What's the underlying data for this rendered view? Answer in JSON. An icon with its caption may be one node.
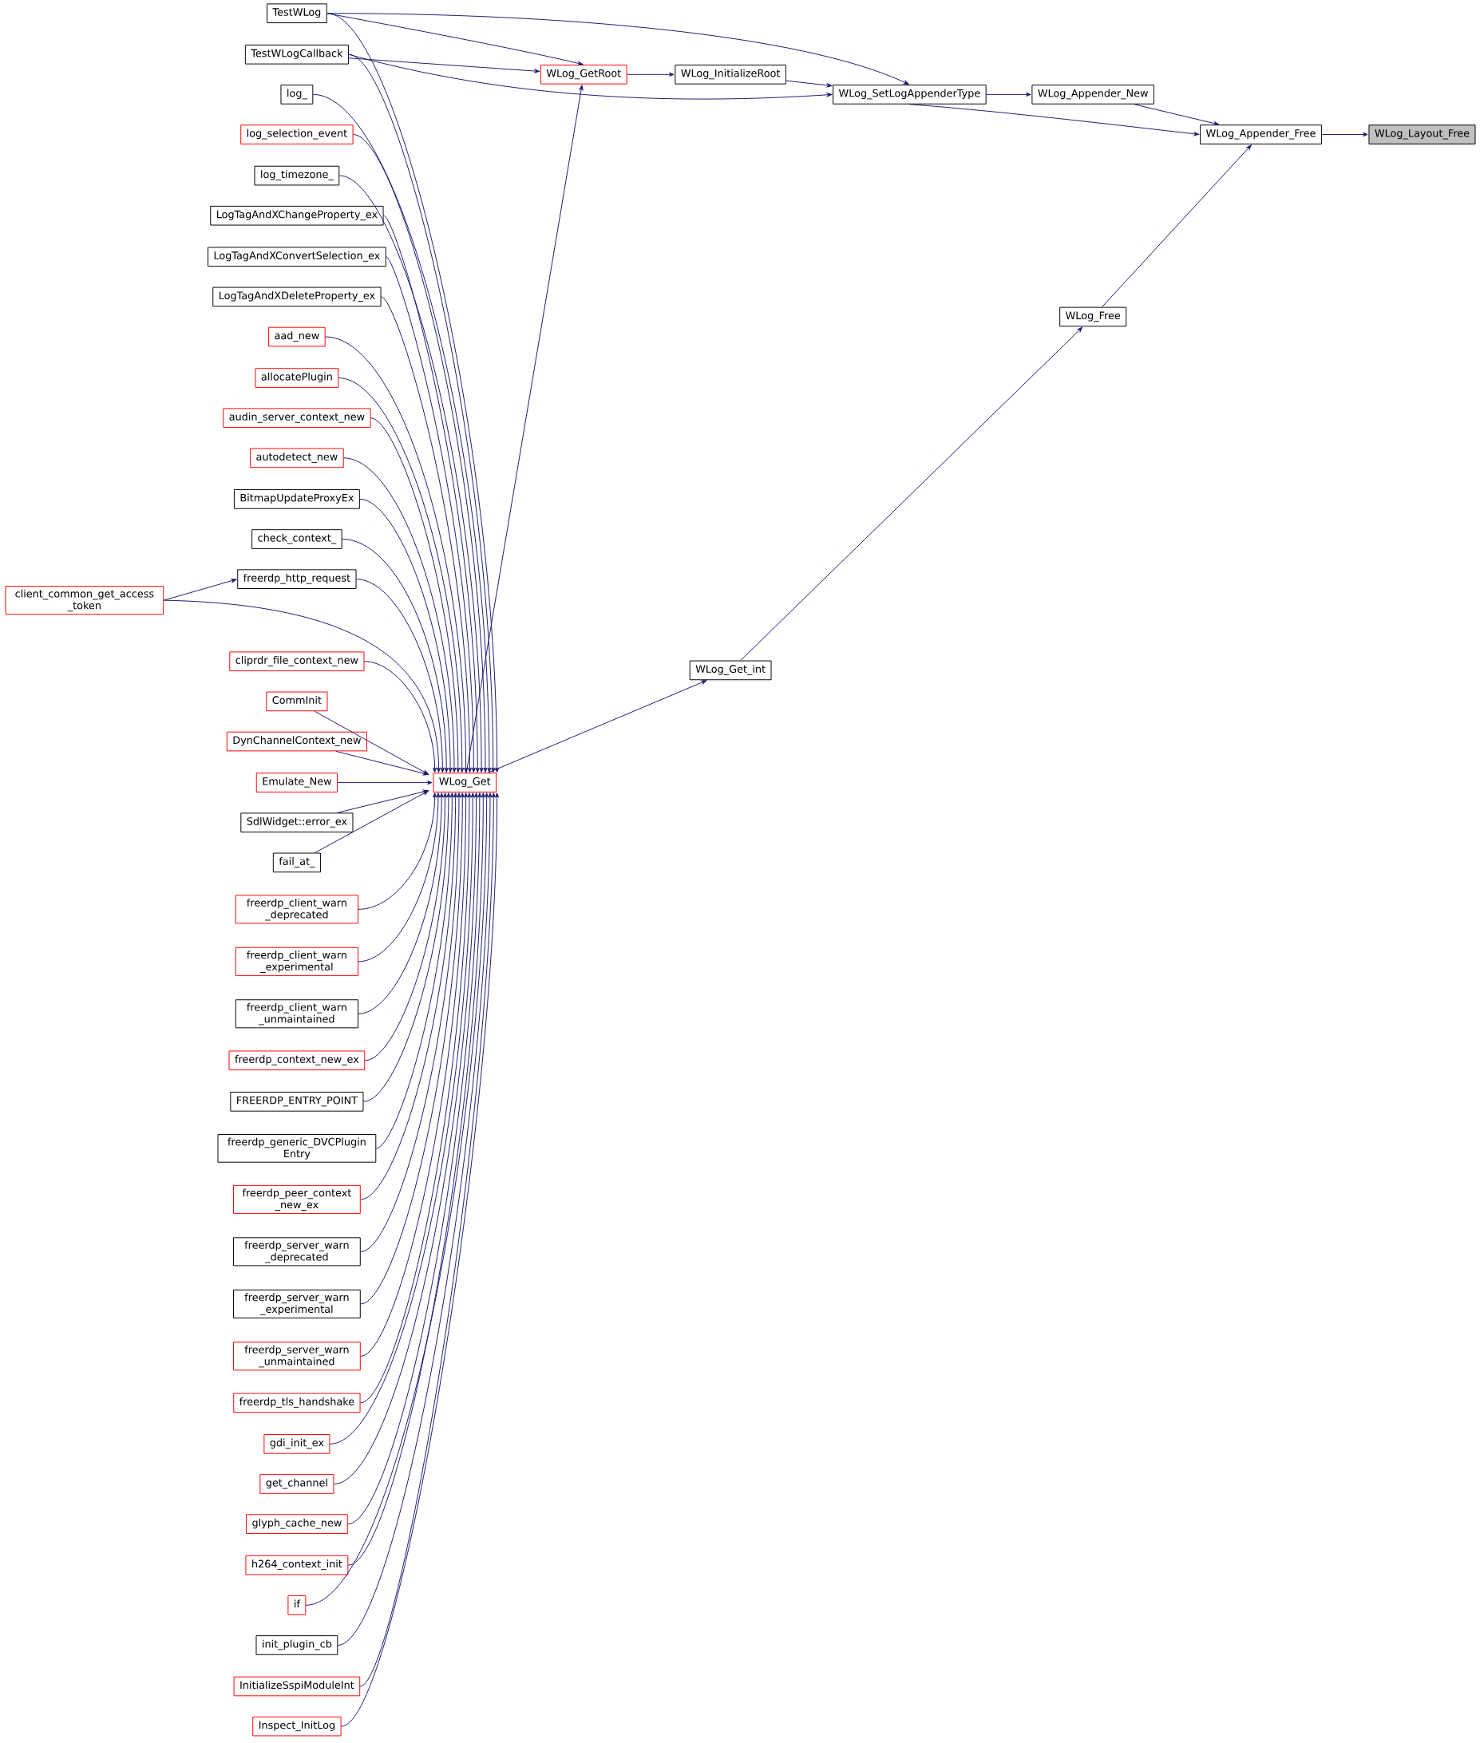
{
  "diagram": {
    "nodes": [
      {
        "text": [
          "TestWLog"
        ]
      },
      {
        "text": [
          "TestWLogCallback"
        ]
      },
      {
        "text": [
          "log_"
        ]
      },
      {
        "text": [
          "log_selection_event"
        ]
      },
      {
        "text": [
          "log_timezone_"
        ]
      },
      {
        "text": [
          "LogTagAndXChangeProperty_ex"
        ]
      },
      {
        "text": [
          "LogTagAndXConvertSelection_ex"
        ]
      },
      {
        "text": [
          "LogTagAndXDeleteProperty_ex"
        ]
      },
      {
        "text": [
          "aad_new"
        ]
      },
      {
        "text": [
          "allocatePlugin"
        ]
      },
      {
        "text": [
          "audin_server_context_new"
        ]
      },
      {
        "text": [
          "autodetect_new"
        ]
      },
      {
        "text": [
          "BitmapUpdateProxyEx"
        ]
      },
      {
        "text": [
          "check_context_"
        ]
      },
      {
        "text": [
          "freerdp_http_request"
        ]
      },
      {
        "text": [
          "client_common_get_access _token"
        ]
      },
      {
        "text": [
          "cliprdr_file_context_new"
        ]
      },
      {
        "text": [
          "CommInit"
        ]
      },
      {
        "text": [
          "DynChannelContext_new"
        ]
      },
      {
        "text": [
          "Emulate_New"
        ]
      },
      {
        "text": [
          "SdlWidget::error_ex"
        ]
      },
      {
        "text": [
          "fail_at_"
        ]
      },
      {
        "text": [
          "freerdp_client_warn _deprecated"
        ]
      },
      {
        "text": [
          "freerdp_client_warn _experimental"
        ]
      },
      {
        "text": [
          "freerdp_client_warn _unmaintained"
        ]
      },
      {
        "text": [
          "freerdp_context_new_ex"
        ]
      },
      {
        "text": [
          "FREERDP_ENTRY_POINT"
        ]
      },
      {
        "text": [
          "freerdp_generic_DVCPlugin Entry"
        ]
      },
      {
        "text": [
          "freerdp_peer_context _new_ex"
        ]
      },
      {
        "text": [
          "freerdp_server_warn _deprecated"
        ]
      },
      {
        "text": [
          "freerdp_server_warn _experimental"
        ]
      },
      {
        "text": [
          "freerdp_server_warn _unmaintained"
        ]
      },
      {
        "text": [
          "freerdp_tls_handshake"
        ]
      },
      {
        "text": [
          "gdi_init_ex"
        ]
      },
      {
        "text": [
          "get_channel"
        ]
      },
      {
        "text": [
          "glyph_cache_new"
        ]
      },
      {
        "text": [
          "h264_context_init"
        ]
      },
      {
        "text": [
          "if"
        ]
      },
      {
        "text": [
          "init_plugin_cb"
        ]
      },
      {
        "text": [
          "InitializeSspiModuleInt"
        ]
      },
      {
        "text": [
          "Inspect_InitLog"
        ]
      },
      {
        "text": [
          "WLog_Get"
        ]
      },
      {
        "text": [
          "WLog_GetRoot"
        ]
      },
      {
        "text": [
          "WLog_InitializeRoot"
        ]
      },
      {
        "text": [
          "WLog_SetLogAppenderType"
        ]
      },
      {
        "text": [
          "WLog_Appender_New"
        ]
      },
      {
        "text": [
          "WLog_Appender_Free"
        ]
      },
      {
        "text": [
          "WLog_Layout_Free"
        ]
      },
      {
        "text": [
          "WLog_Free"
        ]
      },
      {
        "text": [
          "WLog_Get_int"
        ]
      }
    ],
    "edges": [
      {
        "from": 46,
        "to": 47,
        "arrow": "to"
      },
      {
        "from": 45,
        "to": 46,
        "arrow": "to"
      },
      {
        "from": 44,
        "to": 46,
        "arrow": "to"
      },
      {
        "from": 48,
        "to": 46,
        "arrow": "to"
      },
      {
        "from": 44,
        "to": 45,
        "arrow": "to"
      },
      {
        "from": 43,
        "to": 44,
        "arrow": "to"
      },
      {
        "from": 0,
        "to": 44,
        "arrow": "to"
      },
      {
        "from": 1,
        "to": 44,
        "arrow": "to"
      },
      {
        "from": 42,
        "to": 43,
        "arrow": "to"
      },
      {
        "from": 0,
        "to": 42,
        "arrow": "to"
      },
      {
        "from": 1,
        "to": 42,
        "arrow": "to"
      },
      {
        "from": 41,
        "to": 42,
        "arrow": "to"
      },
      {
        "from": 49,
        "to": 48,
        "arrow": "to"
      },
      {
        "from": 41,
        "to": 49,
        "arrow": "to"
      },
      {
        "from": 15,
        "to": 14,
        "arrow": "to"
      },
      {
        "from": 0,
        "to": 41,
        "arrow": "to"
      },
      {
        "from": 1,
        "to": 41,
        "arrow": "to"
      },
      {
        "from": 2,
        "to": 41,
        "arrow": "to"
      },
      {
        "from": 3,
        "to": 41,
        "arrow": "to"
      },
      {
        "from": 4,
        "to": 41,
        "arrow": "to"
      },
      {
        "from": 5,
        "to": 41,
        "arrow": "to"
      },
      {
        "from": 6,
        "to": 41,
        "arrow": "to"
      },
      {
        "from": 7,
        "to": 41,
        "arrow": "to"
      },
      {
        "from": 8,
        "to": 41,
        "arrow": "to"
      },
      {
        "from": 9,
        "to": 41,
        "arrow": "to"
      },
      {
        "from": 10,
        "to": 41,
        "arrow": "to"
      },
      {
        "from": 11,
        "to": 41,
        "arrow": "to"
      },
      {
        "from": 12,
        "to": 41,
        "arrow": "to"
      },
      {
        "from": 13,
        "to": 41,
        "arrow": "to"
      },
      {
        "from": 14,
        "to": 41,
        "arrow": "to"
      },
      {
        "from": 15,
        "to": 41,
        "arrow": "to"
      },
      {
        "from": 16,
        "to": 41,
        "arrow": "to"
      },
      {
        "from": 17,
        "to": 41,
        "arrow": "to"
      },
      {
        "from": 18,
        "to": 41,
        "arrow": "to"
      },
      {
        "from": 19,
        "to": 41,
        "arrow": "to"
      },
      {
        "from": 20,
        "to": 41,
        "arrow": "to"
      },
      {
        "from": 21,
        "to": 41,
        "arrow": "to"
      },
      {
        "from": 22,
        "to": 41,
        "arrow": "to"
      },
      {
        "from": 23,
        "to": 41,
        "arrow": "to"
      },
      {
        "from": 24,
        "to": 41,
        "arrow": "to"
      },
      {
        "from": 25,
        "to": 41,
        "arrow": "to"
      },
      {
        "from": 26,
        "to": 41,
        "arrow": "to"
      },
      {
        "from": 27,
        "to": 41,
        "arrow": "to"
      },
      {
        "from": 28,
        "to": 41,
        "arrow": "to"
      },
      {
        "from": 29,
        "to": 41,
        "arrow": "to"
      },
      {
        "from": 30,
        "to": 41,
        "arrow": "to"
      },
      {
        "from": 31,
        "to": 41,
        "arrow": "to"
      },
      {
        "from": 32,
        "to": 41,
        "arrow": "to"
      },
      {
        "from": 33,
        "to": 41,
        "arrow": "to"
      },
      {
        "from": 34,
        "to": 41,
        "arrow": "to"
      },
      {
        "from": 35,
        "to": 41,
        "arrow": "to"
      },
      {
        "from": 36,
        "to": 41,
        "arrow": "to"
      },
      {
        "from": 37,
        "to": 41,
        "arrow": "to"
      },
      {
        "from": 38,
        "to": 41,
        "arrow": "to"
      },
      {
        "from": 39,
        "to": 41,
        "arrow": "to"
      },
      {
        "from": 40,
        "to": 41,
        "arrow": "to"
      }
    ]
  }
}
